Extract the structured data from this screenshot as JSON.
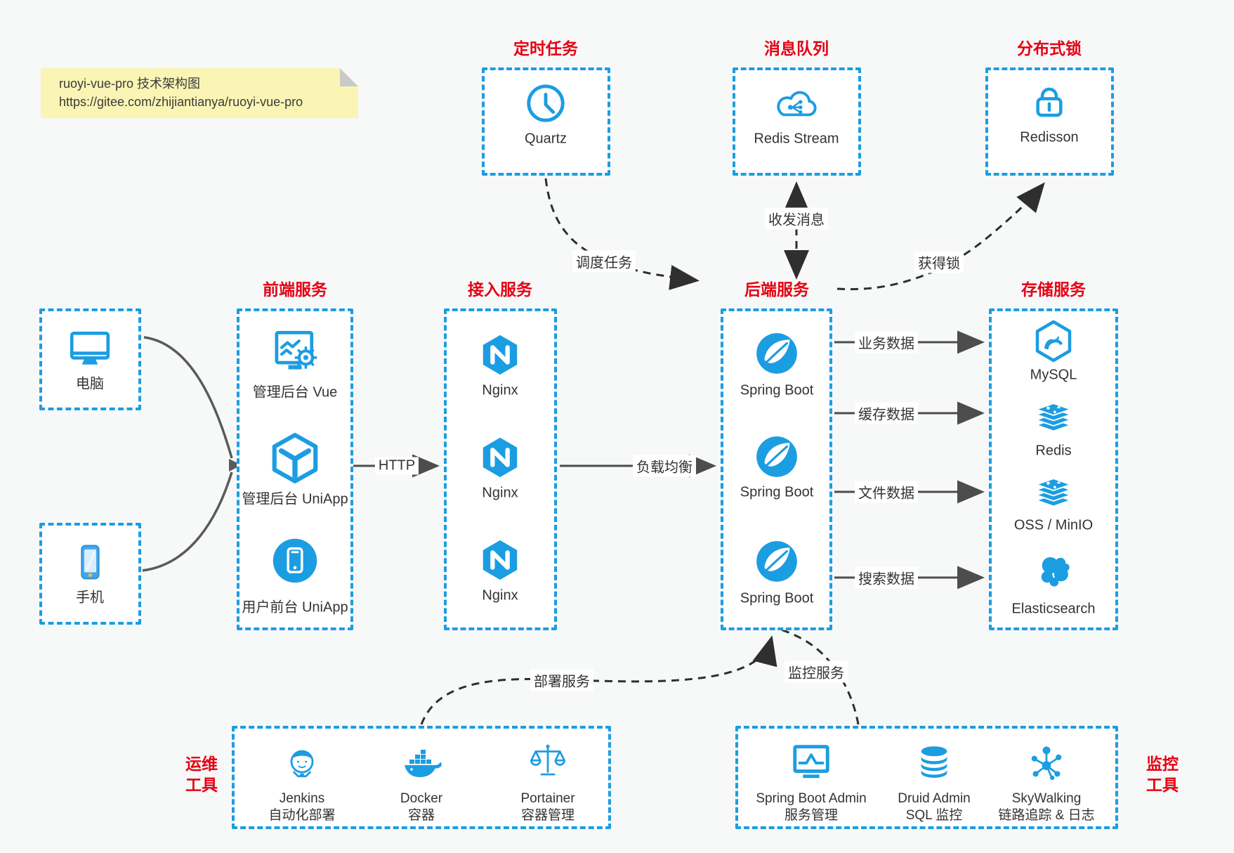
{
  "note": {
    "line1": "ruoyi-vue-pro 技术架构图",
    "line2": "https://gitee.com/zhijiantianya/ruoyi-vue-pro"
  },
  "colors": {
    "accent_blue": "#1b9de2",
    "title_red": "#e60113",
    "text_dark": "#333333",
    "note_bg": "#faf5b4",
    "canvas_bg": "#f7f8f8",
    "solid_arrow": "#4d4d4d",
    "dashed_arrow": "#2f2f2f"
  },
  "top_services": [
    {
      "title": "定时任务",
      "item": "Quartz",
      "icon": "clock-icon"
    },
    {
      "title": "消息队列",
      "item": "Redis Stream",
      "icon": "cloud-stream-icon"
    },
    {
      "title": "分布式锁",
      "item": "Redisson",
      "icon": "lock-icon"
    }
  ],
  "clients": [
    {
      "label": "电脑",
      "icon": "desktop-icon"
    },
    {
      "label": "手机",
      "icon": "smartphone-icon"
    }
  ],
  "columns": {
    "frontend": {
      "title": "前端服务",
      "items": [
        "管理后台 Vue",
        "管理后台 UniApp",
        "用户前台 UniApp"
      ]
    },
    "gateway": {
      "title": "接入服务",
      "items": [
        "Nginx",
        "Nginx",
        "Nginx"
      ]
    },
    "backend": {
      "title": "后端服务",
      "items": [
        "Spring Boot",
        "Spring Boot",
        "Spring Boot"
      ]
    },
    "storage": {
      "title": "存储服务",
      "items": [
        "MySQL",
        "Redis",
        "OSS / MinIO",
        "Elasticsearch"
      ]
    }
  },
  "edges": {
    "http": "HTTP",
    "load_balance": "负载均衡",
    "business_data": "业务数据",
    "cache_data": "缓存数据",
    "file_data": "文件数据",
    "search_data": "搜索数据",
    "schedule_task": "调度任务",
    "send_receive_msg": "收发消息",
    "acquire_lock": "获得锁",
    "deploy_service": "部署服务",
    "monitor_service": "监控服务"
  },
  "ops_tools": {
    "title_line1": "运维",
    "title_line2": "工具",
    "items": [
      {
        "name": "Jenkins",
        "desc": "自动化部署"
      },
      {
        "name": "Docker",
        "desc": "容器"
      },
      {
        "name": "Portainer",
        "desc": "容器管理"
      }
    ]
  },
  "monitor_tools": {
    "title_line1": "监控",
    "title_line2": "工具",
    "items": [
      {
        "name": "Spring Boot Admin",
        "desc": "服务管理"
      },
      {
        "name": "Druid Admin",
        "desc": "SQL 监控"
      },
      {
        "name": "SkyWalking",
        "desc": "链路追踪 & 日志"
      }
    ]
  }
}
